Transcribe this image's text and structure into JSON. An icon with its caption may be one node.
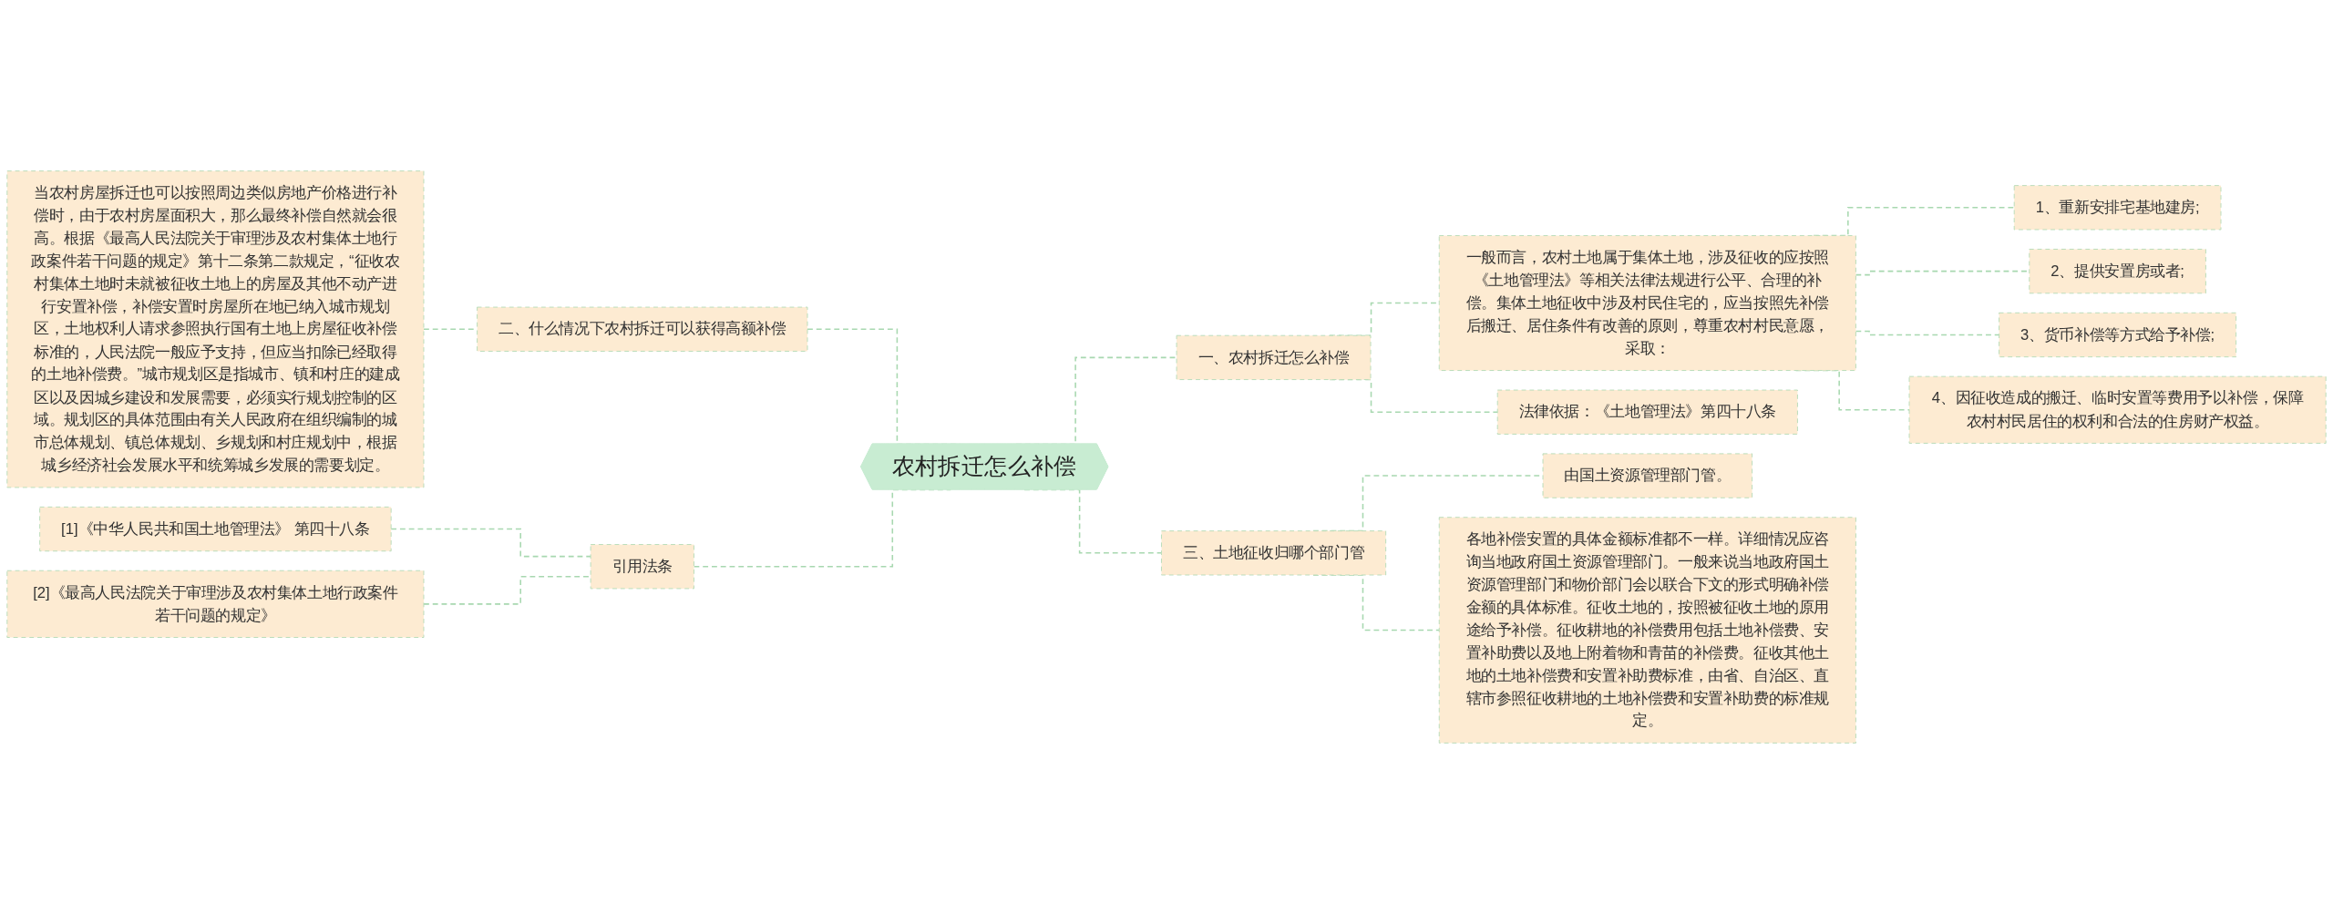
{
  "diagram": {
    "nodes": [
      {
        "text": [
          "农村拆迁怎么补偿"
        ]
      },
      {
        "text": [
          "一、农村拆迁怎么补偿"
        ]
      },
      {
        "text": [
          "一般而言，农村土地属于集体土地，涉及征收的应按照《土地管理法》等相关法律法规进行公平、合理的补偿。集体土地征收中涉及村民住宅的，应当按照先补偿后搬迁、居住条件有改善的原则，尊重农村村民意愿，采取："
        ]
      },
      {
        "text": [
          "1、重新安排宅基地建房;"
        ]
      },
      {
        "text": [
          "2、提供安置房或者;"
        ]
      },
      {
        "text": [
          "3、货币补偿等方式给予补偿;"
        ]
      },
      {
        "text": [
          "4、因征收造成的搬迁、临时安置等费用予以补偿，保障农村村民居住的权利和合法的住房财产权益。"
        ]
      },
      {
        "text": [
          "法律依据：《土地管理法》第四十八条"
        ]
      },
      {
        "text": [
          "二、什么情况下农村拆迁可以获得高额补偿"
        ]
      },
      {
        "text": [
          "当农村房屋拆迁也可以按照周边类似房地产价格进行补偿时，由于农村房屋面积大，那么最终补偿自然就会很高。根据《最高人民法院关于审理涉及农村集体土地行政案件若干问题的规定》第十二条第二款规定，“征收农村集体土地时未就被征收土地上的房屋及其他不动产进行安置补偿，补偿安置时房屋所在地已纳入城市规划区，土地权利人请求参照执行国有土地上房屋征收补偿标准的，人民法院一般应予支持，但应当扣除已经取得的土地补偿费。”城市规划区是指城市、镇和村庄的建成区以及因城乡建设和发展需要，必须实行规划控制的区域。规划区的具体范围由有关人民政府在组织编制的城市总体规划、镇总体规划、乡规划和村庄规划中，根据城乡经济社会发展水平和统筹城乡发展的需要划定。"
        ]
      },
      {
        "text": [
          "三、土地征收归哪个部门管"
        ]
      },
      {
        "text": [
          "由国土资源管理部门管。"
        ]
      },
      {
        "text": [
          "各地补偿安置的具体金额标准都不一样。详细情况应咨询当地政府国土资源管理部门。一般来说当地政府国土资源管理部门和物价部门会以联合下文的形式明确补偿金额的具体标准。征收土地的，按照被征收土地的原用途给予补偿。征收耕地的补偿费用包括土地补偿费、安置补助费以及地上附着物和青苗的补偿费。征收其他土地的土地补偿费和安置补助费标准，由省、自治区、直辖市参照征收耕地的土地补偿费和安置补助费的标准规定。"
        ]
      },
      {
        "text": [
          "引用法条"
        ]
      },
      {
        "text": [
          "[1]《中华人民共和国土地管理法》 第四十八条"
        ]
      },
      {
        "text": [
          "[2]《最高人民法院关于审理涉及农村集体土地行政案件若干问题的规定》"
        ]
      }
    ],
    "edges": [
      {
        "from": 0,
        "to": 1,
        "arrow": "none",
        "style": "dashed"
      },
      {
        "from": 1,
        "to": 2,
        "arrow": "none",
        "style": "dashed"
      },
      {
        "from": 2,
        "to": 3,
        "arrow": "none",
        "style": "dashed"
      },
      {
        "from": 2,
        "to": 4,
        "arrow": "none",
        "style": "dashed"
      },
      {
        "from": 2,
        "to": 5,
        "arrow": "none",
        "style": "dashed"
      },
      {
        "from": 2,
        "to": 6,
        "arrow": "none",
        "style": "dashed"
      },
      {
        "from": 1,
        "to": 7,
        "arrow": "none",
        "style": "dashed"
      },
      {
        "from": 0,
        "to": 8,
        "arrow": "none",
        "style": "dashed"
      },
      {
        "from": 8,
        "to": 9,
        "arrow": "none",
        "style": "dashed"
      },
      {
        "from": 0,
        "to": 10,
        "arrow": "none",
        "style": "dashed"
      },
      {
        "from": 10,
        "to": 11,
        "arrow": "none",
        "style": "dashed"
      },
      {
        "from": 10,
        "to": 12,
        "arrow": "none",
        "style": "dashed"
      },
      {
        "from": 0,
        "to": 13,
        "arrow": "none",
        "style": "dashed"
      },
      {
        "from": 13,
        "to": 14,
        "arrow": "none",
        "style": "dashed"
      },
      {
        "from": 13,
        "to": 15,
        "arrow": "none",
        "style": "dashed"
      }
    ]
  }
}
